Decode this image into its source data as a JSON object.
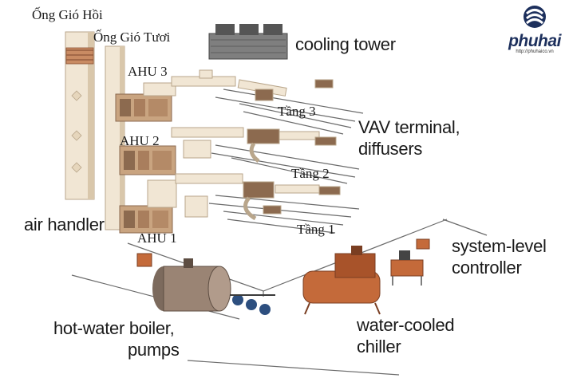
{
  "labels": {
    "return_duct": "Ống Gió Hồi",
    "fresh_duct": "Ống Gió Tươi",
    "cooling_tower": "cooling tower",
    "ahu3": "AHU 3",
    "ahu2": "AHU 2",
    "ahu1": "AHU 1",
    "floor3": "Tầng 3",
    "floor2": "Tầng 2",
    "floor1": "Tầng 1",
    "vav_line1": "VAV terminal,",
    "vav_line2": "diffusers",
    "air_handler": "air handler",
    "controller_line1": "system-level",
    "controller_line2": "controller",
    "boiler_line1": "hot-water boiler,",
    "boiler_line2": "pumps",
    "chiller_line1": "water-cooled",
    "chiller_line2": "chiller"
  },
  "logo": {
    "name": "phuhai",
    "url": "http://phuhaico.vn",
    "brand_color": "#1c2f5c"
  },
  "colors": {
    "duct": "#f1e6d4",
    "duct_shade": "#d9c7ab",
    "unit": "#c9a480",
    "unit_dark": "#8c6a4f",
    "floor_line": "#555555",
    "equipment": "#c46a3a",
    "boiler": "#9a8474",
    "pump": "#2d4f7f"
  }
}
